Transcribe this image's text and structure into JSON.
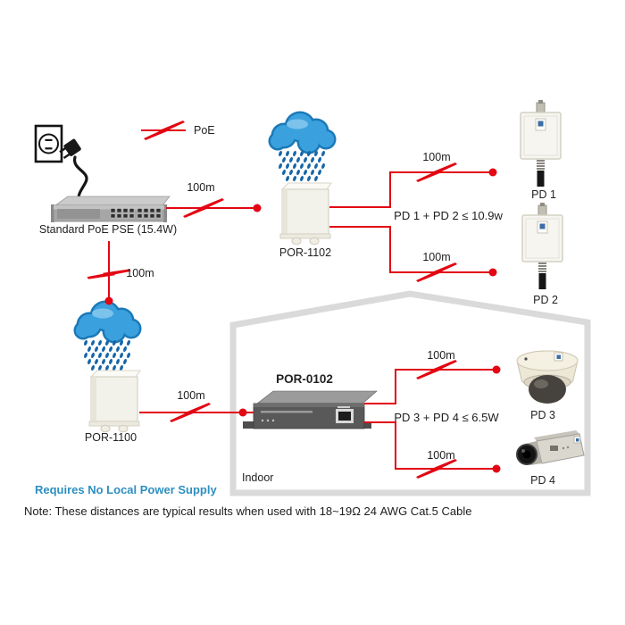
{
  "diagram": {
    "legend": {
      "poe": "PoE"
    },
    "distance": "100m",
    "devices": {
      "pse": "Standard PoE PSE (15.4W)",
      "por1102": "POR-1102",
      "por1100": "POR-1100",
      "por0102": "POR-0102",
      "pd1": "PD 1",
      "pd2": "PD 2",
      "pd3": "PD 3",
      "pd4": "PD 4"
    },
    "budgets": {
      "pd12": "PD 1 + PD 2 ≤ 10.9w",
      "pd34": "PD 3 + PD 4 ≤ 6.5W"
    },
    "indoor": "Indoor",
    "notes": {
      "power": "Requires No Local Power Supply",
      "cable": "Note: These distances are typical results when used with 18~19Ω 24 AWG Cat.5 Cable"
    },
    "icons": {
      "bolt": "poe-lightning-bolt",
      "cloud": "rain-cloud",
      "outlet": "power-outlet-and-plug",
      "house": "indoor-house-outline"
    },
    "colors": {
      "line": "#e30613",
      "cloud": "#3ba1de",
      "rain": "#1565a8",
      "indoor_border": "#dadada",
      "power_note_text": "#2e8fc0"
    }
  }
}
